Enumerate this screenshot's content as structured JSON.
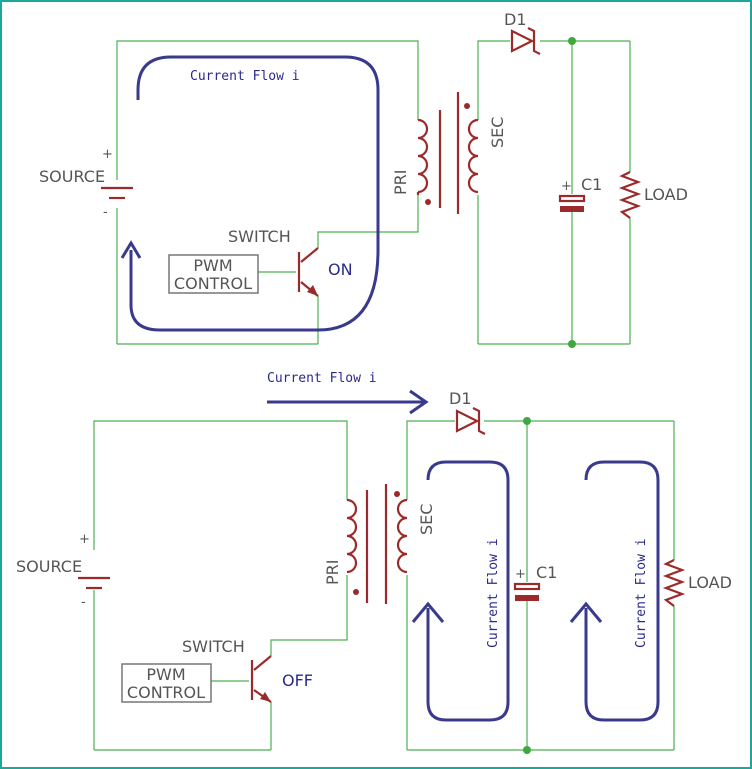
{
  "colors": {
    "wire": "#4caf50",
    "component": "#9c2a2a",
    "current_flow": "#3a3a8c",
    "label": "#555555",
    "border": "#1aa89a"
  },
  "top": {
    "current_flow_label": "Current Flow i",
    "source_label": "SOURCE",
    "plus": "+",
    "minus": "-",
    "switch_label": "SWITCH",
    "pwm_line1": "PWM",
    "pwm_line2": "CONTROL",
    "switch_state": "ON",
    "pri_label": "PRI",
    "sec_label": "SEC",
    "diode_label": "D1",
    "cap_label": "C1",
    "cap_plus": "+",
    "load_label": "LOAD"
  },
  "bottom": {
    "current_flow_label": "Current Flow i",
    "source_label": "SOURCE",
    "plus": "+",
    "minus": "-",
    "switch_label": "SWITCH",
    "pwm_line1": "PWM",
    "pwm_line2": "CONTROL",
    "switch_state": "OFF",
    "pri_label": "PRI",
    "sec_label": "SEC",
    "diode_label": "D1",
    "cap_label": "C1",
    "cap_plus": "+",
    "load_label": "LOAD",
    "loop1_label": "Current Flow i",
    "loop2_label": "Current Flow i"
  }
}
